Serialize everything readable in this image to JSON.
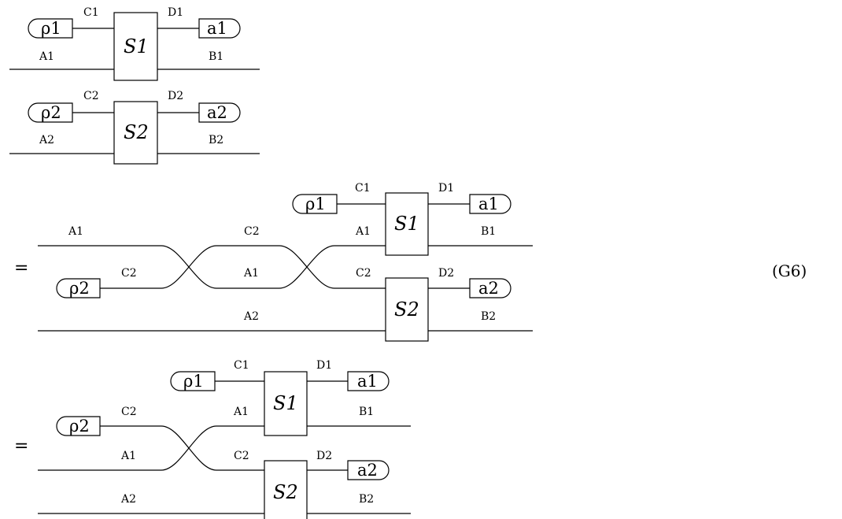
{
  "equation_tag": "(G6)",
  "equals_sign": "=",
  "labels": {
    "rho1": "ρ1",
    "rho2": "ρ2",
    "a1": "a1",
    "a2": "a2",
    "S1": "S1",
    "S2": "S2",
    "A1": "A1",
    "A2": "A2",
    "B1": "B1",
    "B2": "B2",
    "C1": "C1",
    "C2": "C2",
    "D1": "D1",
    "D2": "D2"
  }
}
